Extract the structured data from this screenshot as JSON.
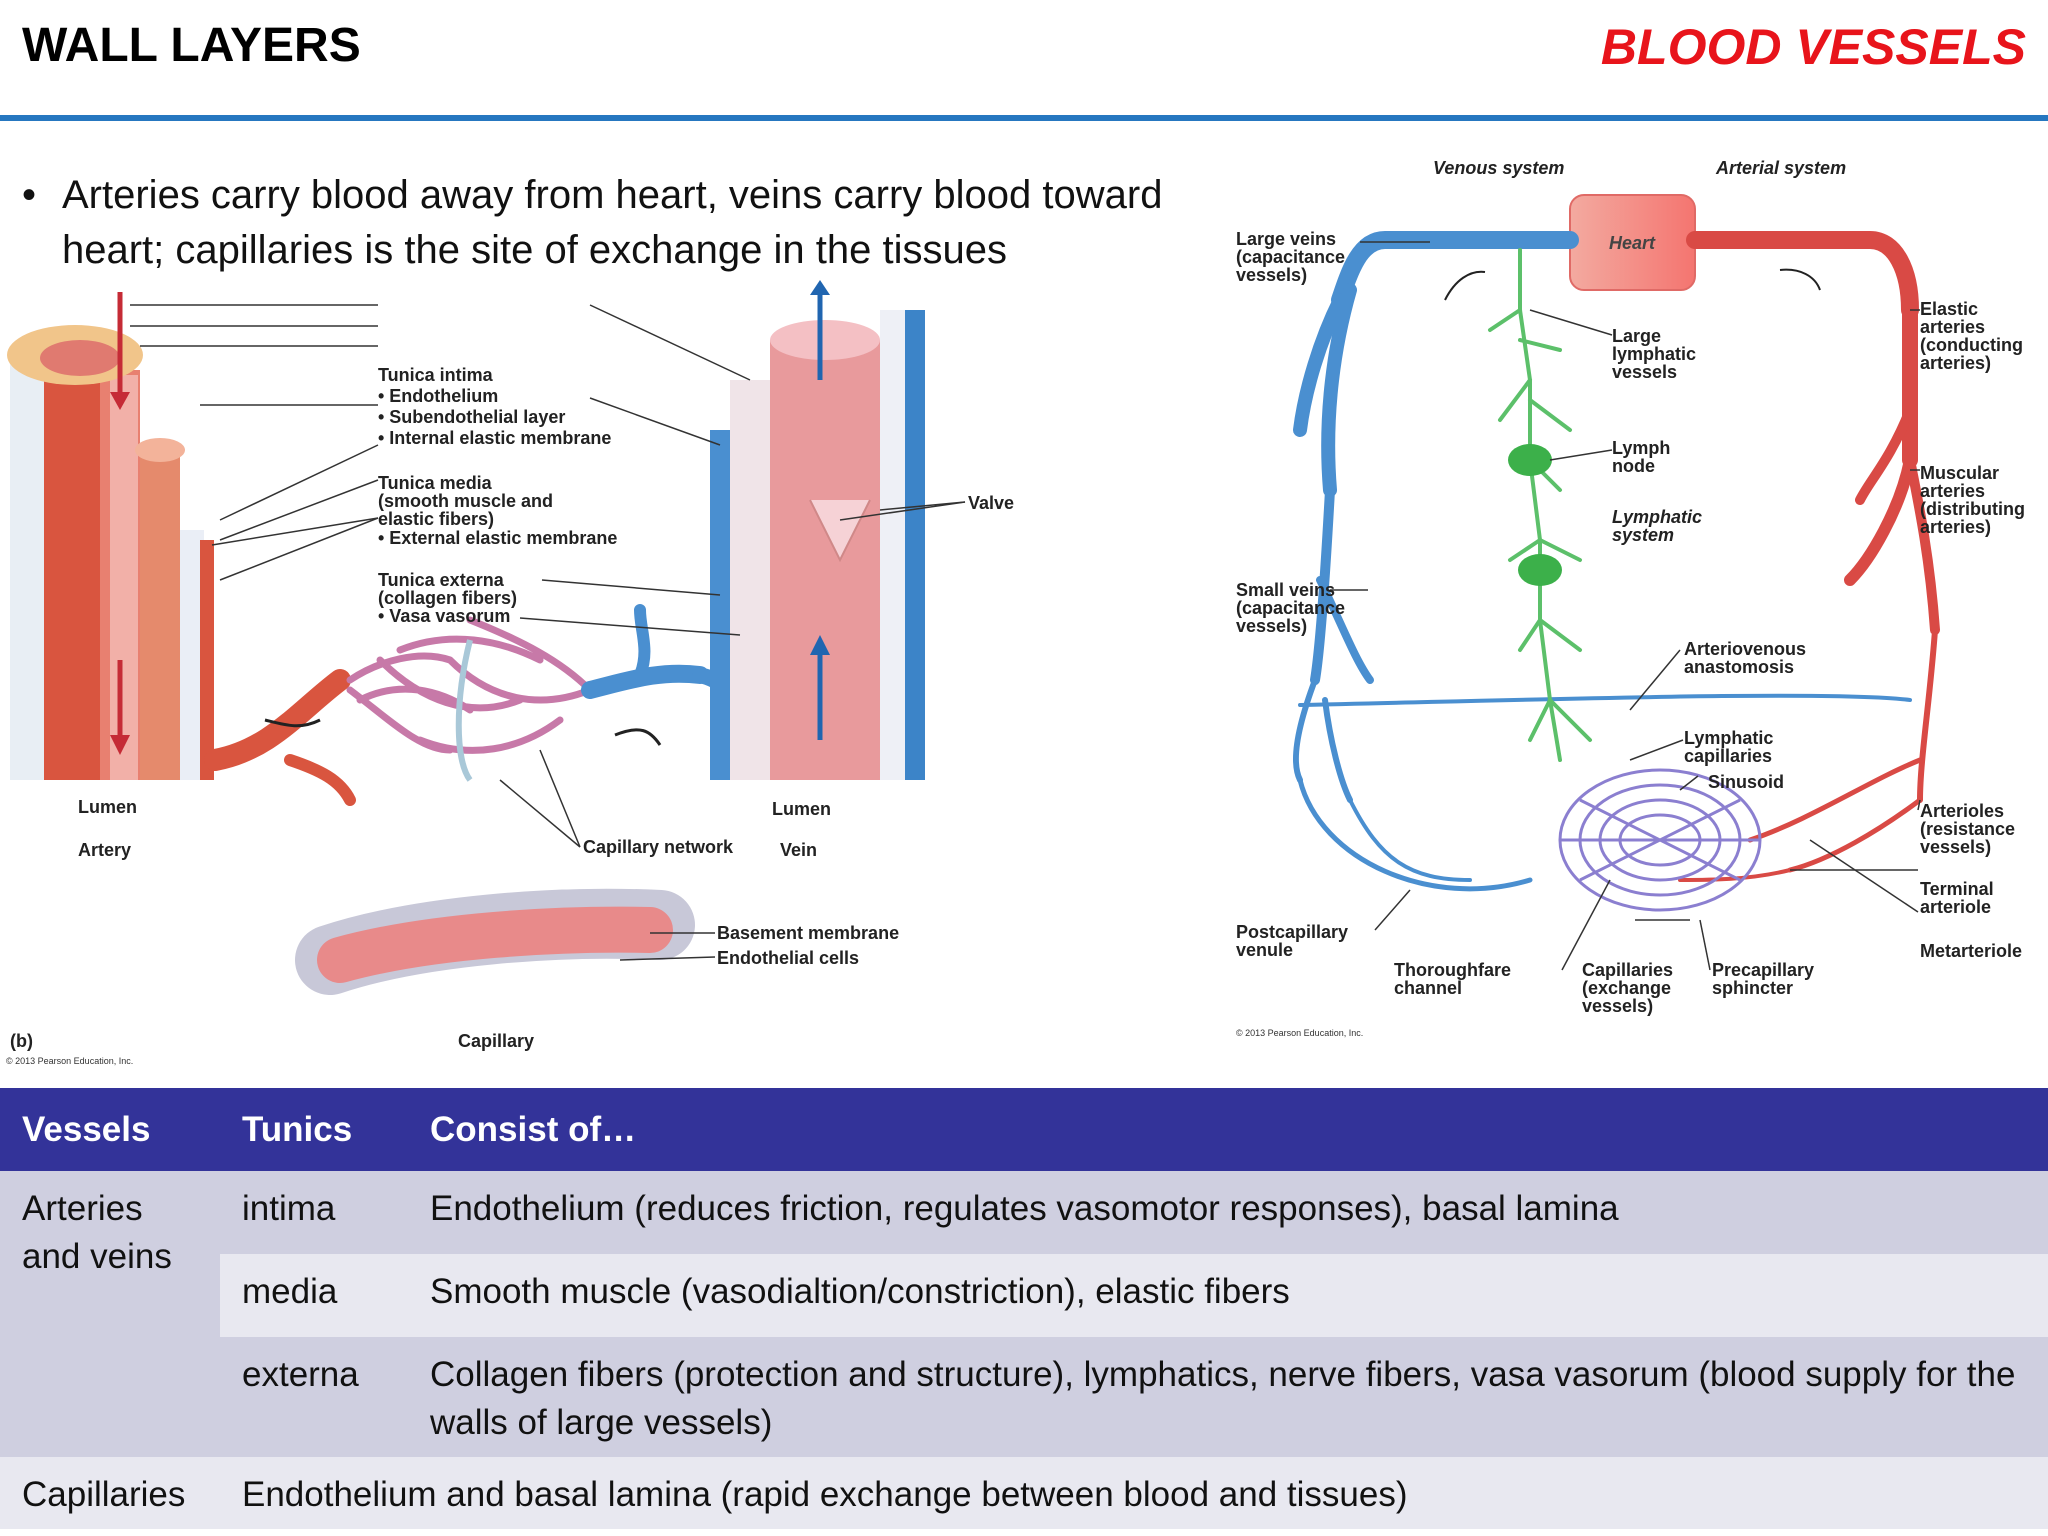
{
  "header": {
    "title": "WALL LAYERS",
    "section": "BLOOD VESSELS"
  },
  "bullet": "Arteries carry blood away from heart, veins carry blood toward heart; capillaries is the site of exchange in the tissues",
  "figure_b": {
    "tunica_intima": "Tunica intima",
    "endothelium": "• Endothelium",
    "subendothelial": "• Subendothelial layer",
    "internal_elastic": "• Internal elastic membrane",
    "tunica_media": "Tunica media",
    "media_desc": "(smooth muscle and\nelastic fibers)",
    "external_elastic": "• External elastic membrane",
    "tunica_externa": "Tunica externa",
    "externa_desc": "(collagen fibers)",
    "vasa_vasorum": "• Vasa vasorum",
    "valve": "Valve",
    "lumen_artery": "Lumen",
    "lumen_vein": "Lumen",
    "artery": "Artery",
    "vein": "Vein",
    "capillary_network": "Capillary network",
    "basement_membrane": "Basement membrane",
    "endothelial_cells": "Endothelial cells",
    "capillary": "Capillary",
    "panel": "(b)",
    "copyright": "© 2013 Pearson Education, Inc."
  },
  "figure_sys": {
    "venous_system": "Venous system",
    "arterial_system": "Arterial system",
    "heart": "Heart",
    "large_veins": "Large veins\n(capacitance\nvessels)",
    "large_lymphatic": "Large\nlymphatic\nvessels",
    "elastic_arteries": "Elastic\narteries\n(conducting\narteries)",
    "lymph_node": "Lymph\nnode",
    "lymphatic_system": "Lymphatic\nsystem",
    "muscular_arteries": "Muscular\narteries\n(distributing\narteries)",
    "small_veins": "Small veins\n(capacitance\nvessels)",
    "av_anastomosis": "Arteriovenous\nanastomosis",
    "lymphatic_capillaries": "Lymphatic\ncapillaries",
    "sinusoid": "Sinusoid",
    "arterioles": "Arterioles\n(resistance\nvessels)",
    "terminal_arteriole": "Terminal\narteriole",
    "metarteriole": "Metarteriole",
    "postcapillary_venule": "Postcapillary\nvenule",
    "thoroughfare_channel": "Thoroughfare\nchannel",
    "capillaries_exchange": "Capillaries\n(exchange\nvessels)",
    "precapillary_sphincter": "Precapillary\nsphincter",
    "copyright": "© 2013 Pearson Education, Inc."
  },
  "table": {
    "headers": [
      "Vessels",
      "Tunics",
      "Consist of…"
    ],
    "arteries_veins": "Arteries and veins",
    "rows": [
      {
        "tunic": "intima",
        "desc": "Endothelium (reduces friction, regulates vasomotor responses), basal lamina"
      },
      {
        "tunic": "media",
        "desc": "Smooth muscle (vasodialtion/constriction), elastic fibers"
      },
      {
        "tunic": "externa",
        "desc": "Collagen fibers (protection and structure), lymphatics, nerve fibers, vasa vasorum (blood supply for the walls of large vessels)"
      }
    ],
    "capillaries": "Capillaries",
    "capillaries_desc": "Endothelium and basal lamina (rapid exchange between blood and tissues)"
  },
  "colors": {
    "title_red": "#e8141b",
    "rule_blue": "#2677c0",
    "header_band": "#333399",
    "artery_red": "#d94a45",
    "vein_blue": "#4a8fd0",
    "lymph_green": "#5cc06a"
  }
}
